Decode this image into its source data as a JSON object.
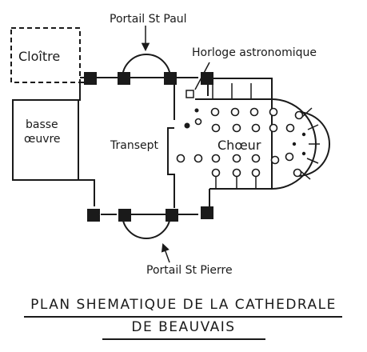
{
  "labels": {
    "cloitre": "Cloître",
    "basse_oeuvre_1": "basse",
    "basse_oeuvre_2": "œuvre",
    "transept": "Transept",
    "choeur": "Chœur",
    "portail_paul": "Portail St Paul",
    "portail_pierre": "Portail St Pierre",
    "horloge": "Horloge astronomique"
  },
  "title": {
    "line1": "PLAN SHEMATIQUE DE LA CATHEDRALE",
    "line2": "DE BEAUVAIS"
  }
}
